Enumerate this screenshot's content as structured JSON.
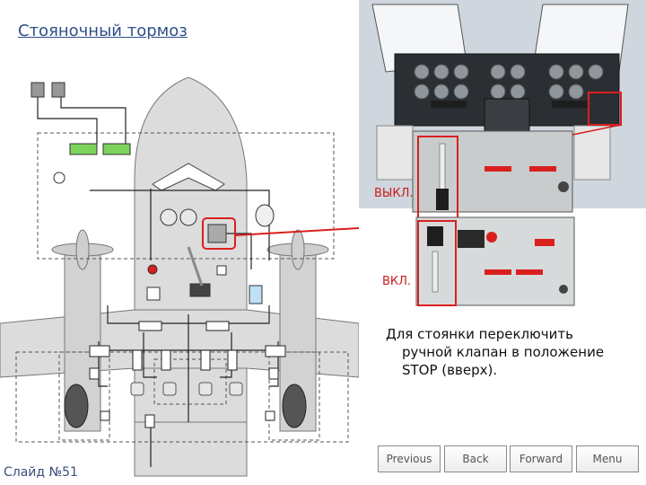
{
  "slide": {
    "title": "Стояночный тормоз",
    "number_label": "Слайд №51"
  },
  "labels": {
    "off": "ВЫКЛ.",
    "on": "ВКЛ."
  },
  "note": {
    "line1": "Для стоянки переключить",
    "line2": "ручной клапан в положение",
    "line3": "STOP (вверх)."
  },
  "nav": {
    "previous": "Previous",
    "back": "Back",
    "forward": "Forward",
    "menu": "Menu"
  },
  "colors": {
    "highlight": "#d9201f",
    "title": "#2f4f8a",
    "indicator_green": "#7bd35a"
  }
}
